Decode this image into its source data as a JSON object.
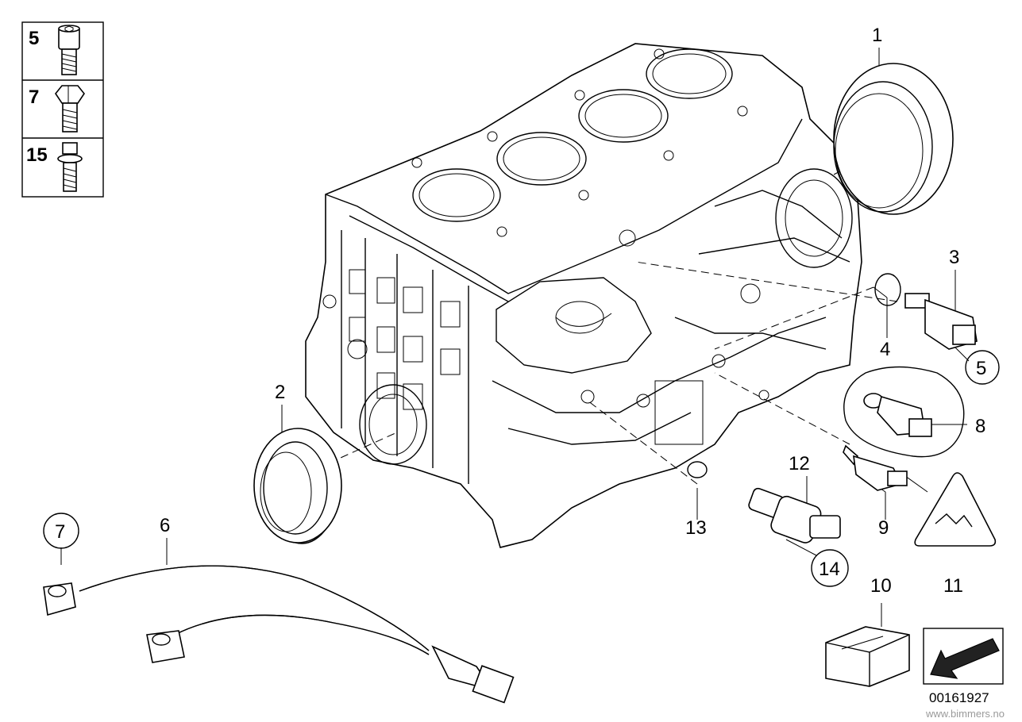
{
  "legend": [
    {
      "number": "5",
      "icon": "socket-head-screw-icon"
    },
    {
      "number": "7",
      "icon": "hex-bolt-icon"
    },
    {
      "number": "15",
      "icon": "flange-bolt-icon"
    }
  ],
  "callouts": [
    "1",
    "2",
    "3",
    "4",
    "5",
    "6",
    "7",
    "8",
    "9",
    "10",
    "11",
    "12",
    "13",
    "14"
  ],
  "diagram_id": "00161927",
  "watermark": "www.bimmers.no"
}
